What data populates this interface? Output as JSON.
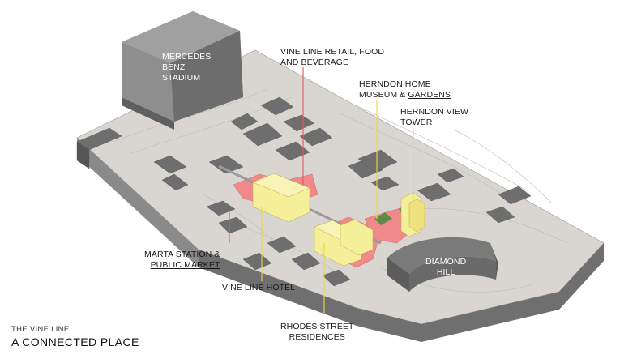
{
  "caption": {
    "subtitle": "THE VINE LINE",
    "title": "A CONNECTED PLACE"
  },
  "labels": {
    "stadium": [
      "MERCEDES",
      "BENZ",
      "STADIUM"
    ],
    "retail": [
      "VINE LINE RETAIL, FOOD",
      "AND BEVERAGE"
    ],
    "museum_line1": "HERNDON HOME",
    "museum_line2_a": "MUSEUM & ",
    "museum_line2_b": "GARDENS",
    "tower": [
      "HERNDON VIEW",
      "TOWER"
    ],
    "marta_line1": "MARTA STATION &",
    "marta_line2": "PUBLIC MARKET",
    "hotel": "VINE LINE HOTEL",
    "rhodes": [
      "RHODES STREET",
      "RESIDENCES"
    ],
    "diamond": [
      "DIAMOND",
      "HILL"
    ]
  },
  "colors": {
    "terrain_top": "#d9d6d2",
    "terrain_side": "#7a7a7a",
    "building_dark": "#6e6e6e",
    "building_mid": "#8c8c8c",
    "plaza_red": "#f08a8a",
    "highlight_yellow": "#f5ef9a",
    "green": "#5e8a4a",
    "leader_yellow": "#e8d84a",
    "leader_red": "#e05a5a"
  }
}
